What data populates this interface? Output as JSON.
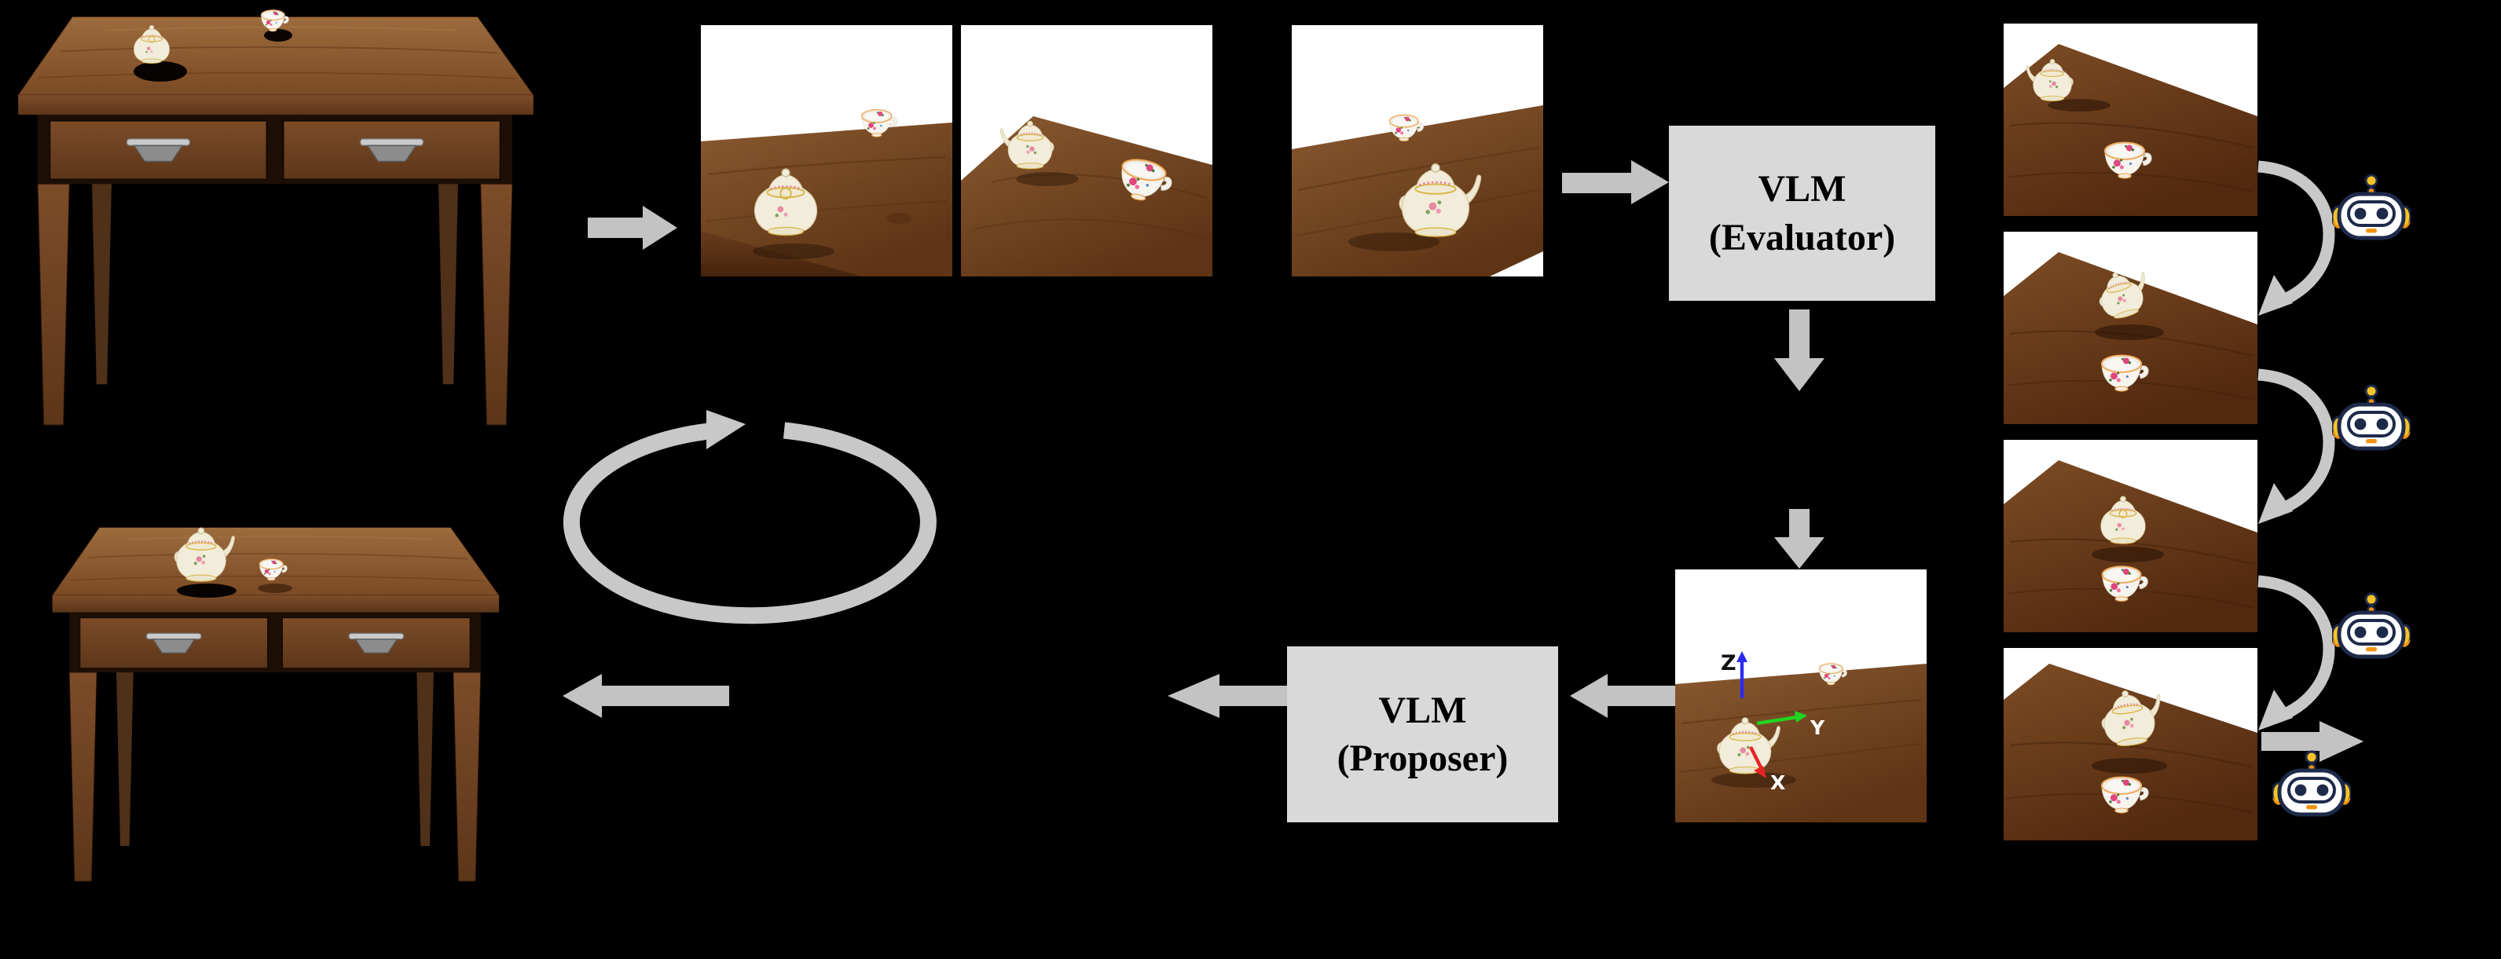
{
  "palette": {
    "background": "#000000",
    "arrow_gray": "#c3c3c3",
    "loop_gray": "#c8c8c8",
    "box_fill": "#d9d9d9",
    "box_text": "#000000",
    "robot_outline": "#1e2a4a",
    "robot_yellow": "#f7c325",
    "robot_orange": "#f5920f",
    "table_wood": "#7a4a26",
    "porcelain": "#f2ecda"
  },
  "boxes": {
    "evaluator": {
      "line1": "VLM",
      "line2": "(Evaluator)"
    },
    "proposer": {
      "line1": "VLM",
      "line2": "(Proposer)"
    }
  },
  "axes_overlay": {
    "z": {
      "label": "Z",
      "color": "#2b2bf5"
    },
    "y": {
      "label": "Y",
      "color": "#21d421"
    },
    "x": {
      "label": "X",
      "color": "#e82222"
    }
  },
  "icons": {
    "robot": "robot-icon",
    "loop": "loop-arrow-icon"
  }
}
